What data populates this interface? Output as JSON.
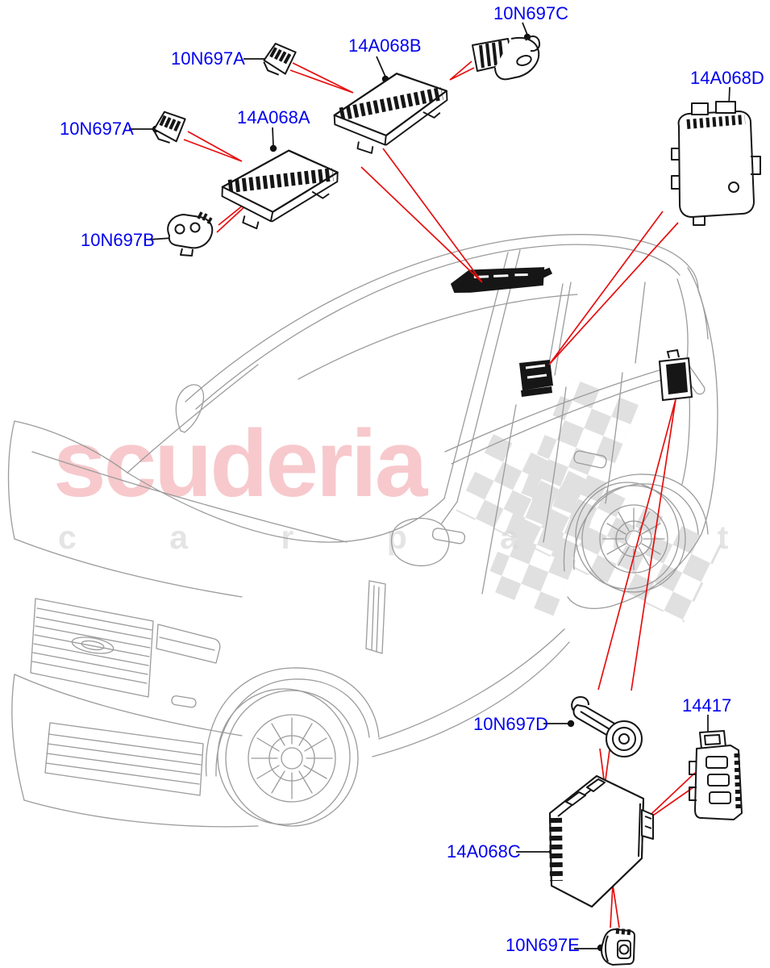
{
  "watermark": {
    "brand": "scuderia",
    "tagline": "c a r   p a r t s",
    "brand_color": "#f7c9cc",
    "tagline_color": "#e4e4e4"
  },
  "colors": {
    "label_blue": "#0202ee",
    "leader_red": "#e60f0f",
    "leader_black": "#121212",
    "vehicle_gray": "#9b9b9b",
    "part_black": "#161616",
    "checker_gray": "#d9d9d9"
  },
  "callouts": [
    {
      "id": "10N697A_top",
      "label": "10N697A"
    },
    {
      "id": "14A068B",
      "label": "14A068B"
    },
    {
      "id": "10N697C",
      "label": "10N697C"
    },
    {
      "id": "14A068D",
      "label": "14A068D"
    },
    {
      "id": "10N697A_left",
      "label": "10N697A"
    },
    {
      "id": "14A068A",
      "label": "14A068A"
    },
    {
      "id": "10N697B",
      "label": "10N697B"
    },
    {
      "id": "10N697D",
      "label": "10N697D"
    },
    {
      "id": "14417",
      "label": "14417"
    },
    {
      "id": "14A068C",
      "label": "14A068C"
    },
    {
      "id": "10N697E",
      "label": "10N697E"
    }
  ]
}
